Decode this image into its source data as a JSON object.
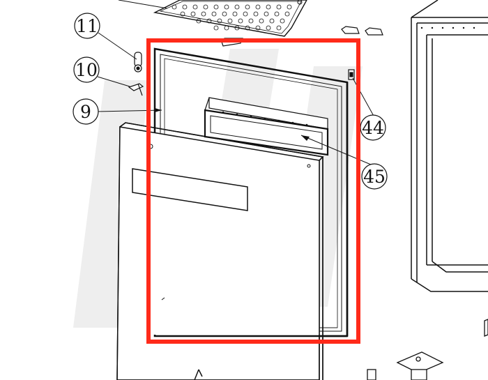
{
  "diagram": {
    "callouts": [
      {
        "id": "11",
        "label": "11"
      },
      {
        "id": "10",
        "label": "10"
      },
      {
        "id": "9",
        "label": "9"
      },
      {
        "id": "44",
        "label": "44"
      },
      {
        "id": "45",
        "label": "45"
      }
    ],
    "highlight_color": "#ff2a1a",
    "line_color": "#111111",
    "watermark_color": "#eeeeee"
  }
}
